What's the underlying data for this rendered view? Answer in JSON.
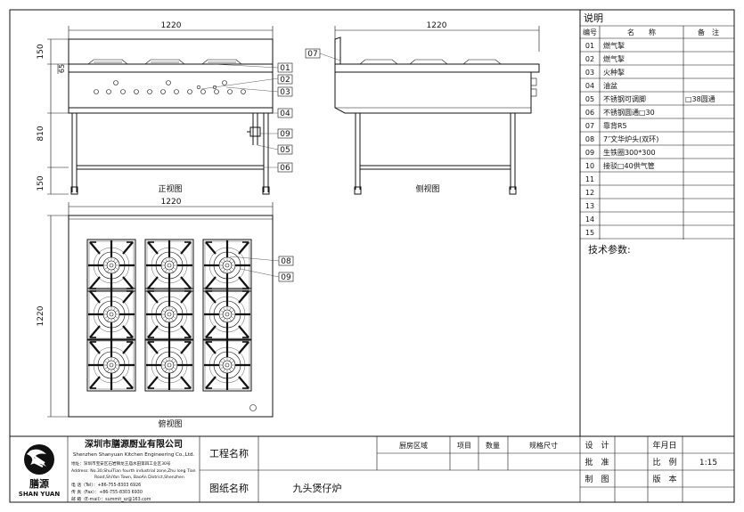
{
  "dimensions": {
    "front_width": "1220",
    "side_width": "1220",
    "top_width": "1220",
    "top_depth": "1220",
    "h_150_top": "150",
    "h_65": "65",
    "h_810": "810",
    "h_150_bottom": "150"
  },
  "view_titles": {
    "front": "正视图",
    "side": "侧视图",
    "top": "俯视图"
  },
  "callouts": [
    "01",
    "02",
    "03",
    "04",
    "05",
    "06",
    "07",
    "08",
    "09"
  ],
  "front_callouts": [
    "01",
    "02",
    "03",
    "04",
    "09",
    "05",
    "06"
  ],
  "side_callouts": [
    "07"
  ],
  "top_callouts": [
    "08",
    "09"
  ],
  "legend": {
    "title": "说明",
    "headers": {
      "num": "编号",
      "name": "名　　称",
      "note": "备　注"
    },
    "rows": [
      {
        "num": "01",
        "name": "燃气掣",
        "note": ""
      },
      {
        "num": "02",
        "name": "燃气掣",
        "note": ""
      },
      {
        "num": "03",
        "name": "火种掣",
        "note": ""
      },
      {
        "num": "04",
        "name": "油盆",
        "note": ""
      },
      {
        "num": "05",
        "name": "不锈钢可调脚",
        "note": "□38圆通"
      },
      {
        "num": "06",
        "name": "不锈钢圆通□30",
        "note": ""
      },
      {
        "num": "07",
        "name": "靠背R5",
        "note": ""
      },
      {
        "num": "08",
        "name": "7″文华炉头(双环)",
        "note": ""
      },
      {
        "num": "09",
        "name": "生铁圈300*300",
        "note": ""
      },
      {
        "num": "10",
        "name": "接驳□40供气管",
        "note": ""
      },
      {
        "num": "11",
        "name": "",
        "note": ""
      },
      {
        "num": "12",
        "name": "",
        "note": ""
      },
      {
        "num": "13",
        "name": "",
        "note": ""
      },
      {
        "num": "14",
        "name": "",
        "note": ""
      },
      {
        "num": "15",
        "name": "",
        "note": ""
      }
    ],
    "tech_params": "技术参数:"
  },
  "title_block": {
    "company_cn": "深圳市膳源厨业有限公司",
    "company_en": "Shenzhen Shanyuan Kitchen Engineering Co.,Ltd.",
    "address_cn": "地址：深圳市宝安区石岩镇龙王庙水田第四工业区30号",
    "address_en1": "Address: No.30,ShuiTian fourth industrial zone,Zhu long Tian",
    "address_en2": "Road,ShiYan Town, BaoAn District,Shenzhen",
    "tel": "电 话（Tel）：+86-755-8303 6926",
    "fax": "传 真（Fax）：+86-755-8303 6930",
    "email": "邮 箱（E-mail）：summit_sz@163.com",
    "logo_cn": "膳源",
    "logo_en": "SHAN YUAN",
    "project_label": "工程名称",
    "drawing_label": "图纸名称",
    "drawing_name": "九头煲仔炉",
    "col_area": "厨房区域",
    "col_item": "项目",
    "col_qty": "数量",
    "col_spec": "规格尺寸",
    "design": "设　计",
    "approve": "批　准",
    "draw": "制　图",
    "date": "年月日",
    "scale_label": "比　例",
    "scale_value": "1:15",
    "version": "版　本"
  }
}
